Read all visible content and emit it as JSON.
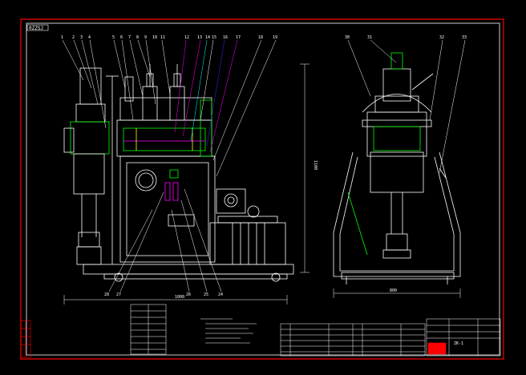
{
  "sheet": {
    "corner_tag": "0ZZSJ",
    "title_block_id": "ZK-1"
  },
  "colors": {
    "background": "#000000",
    "frame": "#ff0000",
    "line": "#ffffff",
    "accent_green": "#00ff00",
    "accent_magenta": "#ff00ff",
    "accent_yellow": "#ffff00",
    "accent_cyan": "#00ffff",
    "accent_blue": "#3030ff"
  },
  "front_view": {
    "top_callouts": [
      "1",
      "2",
      "3",
      "4",
      "5",
      "6",
      "7",
      "8",
      "9",
      "10",
      "11",
      "12",
      "13",
      "14",
      "15",
      "16",
      "17",
      "18",
      "19"
    ],
    "bottom_callouts": [
      "28",
      "27",
      "26",
      "25",
      "24"
    ],
    "overall_width": "1000",
    "overall_height": "1100"
  },
  "side_view": {
    "top_callouts": [
      "30",
      "31",
      "32",
      "33"
    ],
    "base_width": "800"
  }
}
